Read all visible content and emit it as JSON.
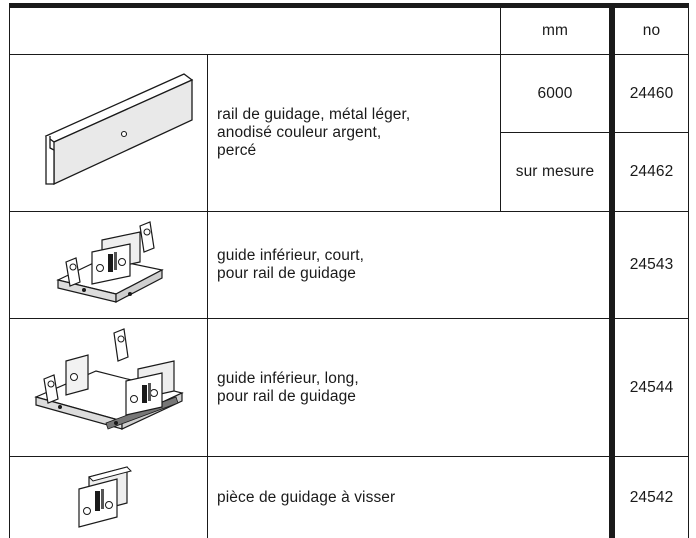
{
  "header": {
    "mm": "mm",
    "no": "no"
  },
  "rows": [
    {
      "icon": "guide-rail-icon",
      "description": "rail de guidage, métal léger,\nanodisé couleur argent,\npercé",
      "variants": [
        {
          "mm": "6000",
          "no": "24460"
        },
        {
          "mm": "sur mesure",
          "no": "24462"
        }
      ]
    },
    {
      "icon": "short-bottom-guide-icon",
      "description": "guide inférieur, court,\npour rail de guidage",
      "no": "24543"
    },
    {
      "icon": "long-bottom-guide-icon",
      "description": "guide inférieur, long,\npour rail de guidage",
      "no": "24544"
    },
    {
      "icon": "screw-guide-piece-icon",
      "description": "pièce de guidage à visser",
      "no": "24542"
    }
  ]
}
